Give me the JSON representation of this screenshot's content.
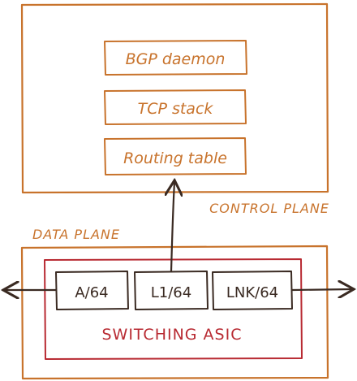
{
  "colors": {
    "orange": "#c8732c",
    "red": "#b82a32",
    "dark": "#3a2a22"
  },
  "control_plane": {
    "label": "CONTROL PLANE",
    "boxes": [
      {
        "label": "BGP daemon"
      },
      {
        "label": "TCP stack"
      },
      {
        "label": "Routing table"
      }
    ]
  },
  "data_plane": {
    "label": "DATA PLANE",
    "asic": {
      "label": "SWITCHING ASIC",
      "ports": [
        {
          "label": "A/64"
        },
        {
          "label": "L1/64"
        },
        {
          "label": "LNK/64"
        }
      ]
    }
  }
}
